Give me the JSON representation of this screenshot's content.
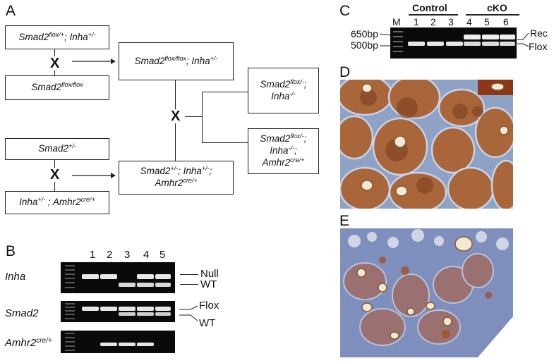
{
  "panels": {
    "a": "A",
    "b": "B",
    "c": "C",
    "d": "D",
    "e": "E"
  },
  "panel_a": {
    "cross_symbol": "X",
    "box1": {
      "gene1": "Smad2",
      "sup1": "flox/+",
      "sep": "; ",
      "gene2": "Inha",
      "sup2": "+/-"
    },
    "box2": {
      "gene1": "Smad2",
      "sup1": "flox/flox"
    },
    "box3": {
      "gene1": "Smad2",
      "sup1": "flox/flox",
      "sep": "; ",
      "gene2": "Inha",
      "sup2": "+/-"
    },
    "box4": {
      "gene1": "Smad2",
      "sup1": "+/-"
    },
    "box5": {
      "gene1": "Inha",
      "sup1": "+/-",
      "sep": " ; ",
      "gene2": "Amhr2",
      "sup2": "cre/+"
    },
    "box6": {
      "gene1": "Smad2",
      "sup1": "+/-",
      "sep1": "; ",
      "gene2": "Inha",
      "sup2": "+/-",
      "sep2": ";",
      "gene3": "Amhr2",
      "sup3": "cre/+"
    },
    "box7": {
      "gene1": "Smad2",
      "sup1": "flox/-",
      "sep": ";",
      "gene2": "Inha",
      "sup2": "-/-"
    },
    "box8": {
      "gene1": "Smad2",
      "sup1": "flox/-",
      "sep1": ";",
      "gene2": "Inha",
      "sup2": "-/-",
      "sep2": ";",
      "gene3": "Amhr2",
      "sup3": "cre/+"
    }
  },
  "panel_b": {
    "lanes": [
      "1",
      "2",
      "3",
      "4",
      "5"
    ],
    "rows": [
      {
        "gene": "Inha",
        "sup": "",
        "band_labels": [
          "Null",
          "WT"
        ]
      },
      {
        "gene": "Smad2",
        "sup": "",
        "band_labels": [
          "Flox",
          "WT"
        ]
      },
      {
        "gene": "Amhr2",
        "sup": "cre/+",
        "band_labels": []
      }
    ]
  },
  "panel_c": {
    "group_labels": [
      "Control",
      "cKO"
    ],
    "marker_label": "M",
    "lanes": [
      "1",
      "2",
      "3",
      "4",
      "5",
      "6"
    ],
    "size_labels": [
      "650bp",
      "500bp"
    ],
    "band_labels": [
      "Rec",
      "Flox"
    ]
  }
}
